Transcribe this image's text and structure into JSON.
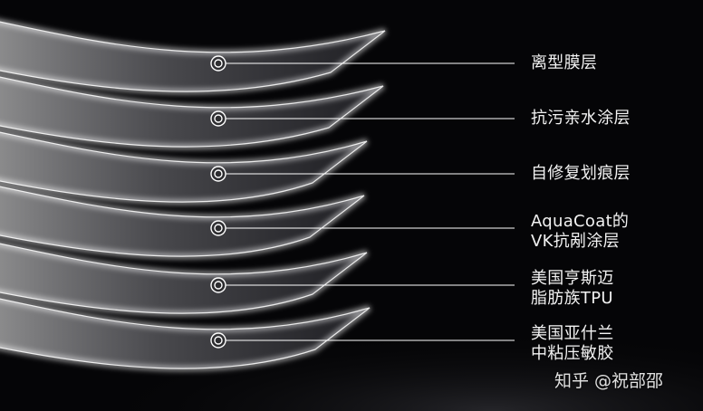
{
  "diagram": {
    "layers": [
      {
        "lines": [
          "离型膜层"
        ]
      },
      {
        "lines": [
          "抗污亲水涂层"
        ]
      },
      {
        "lines": [
          "自修复划痕层"
        ]
      },
      {
        "lines": [
          "AquaCoat的",
          "VK抗剐涂层"
        ]
      },
      {
        "lines": [
          "美国亨斯迈",
          "脂肪族TPU"
        ]
      },
      {
        "lines": [
          "美国亚什兰",
          "中粘压敏胶"
        ]
      }
    ]
  },
  "watermark": {
    "text": "知乎 @祝部邵"
  },
  "colors": {
    "background": "#050507",
    "layer_glow": "#ffffff",
    "leader_line": "#ffffff",
    "text": "#f2f2f2"
  }
}
